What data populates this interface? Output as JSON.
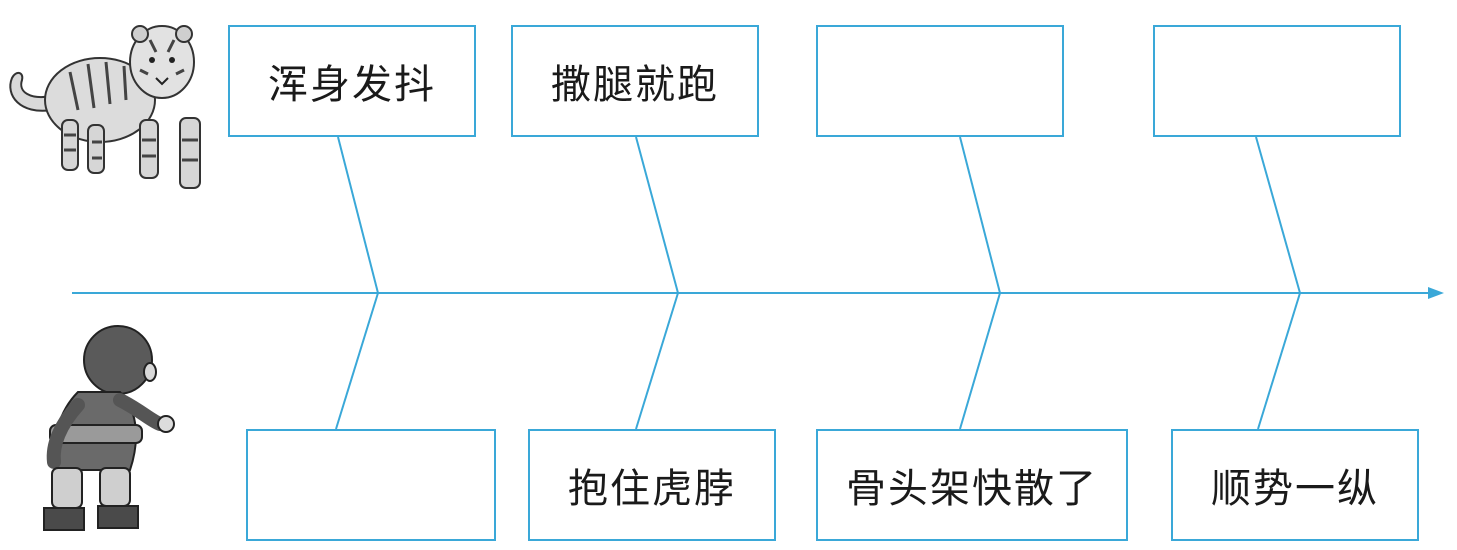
{
  "colors": {
    "line": "#3aa8d8",
    "text": "#1a1a1a"
  },
  "illustrations": {
    "top_figure": "tiger",
    "bottom_figure": "boy"
  },
  "top_boxes": [
    "浑身发抖",
    "撒腿就跑",
    "",
    ""
  ],
  "bottom_boxes": [
    "",
    "抱住虎脖",
    "骨头架快散了",
    "顺势一纵"
  ]
}
